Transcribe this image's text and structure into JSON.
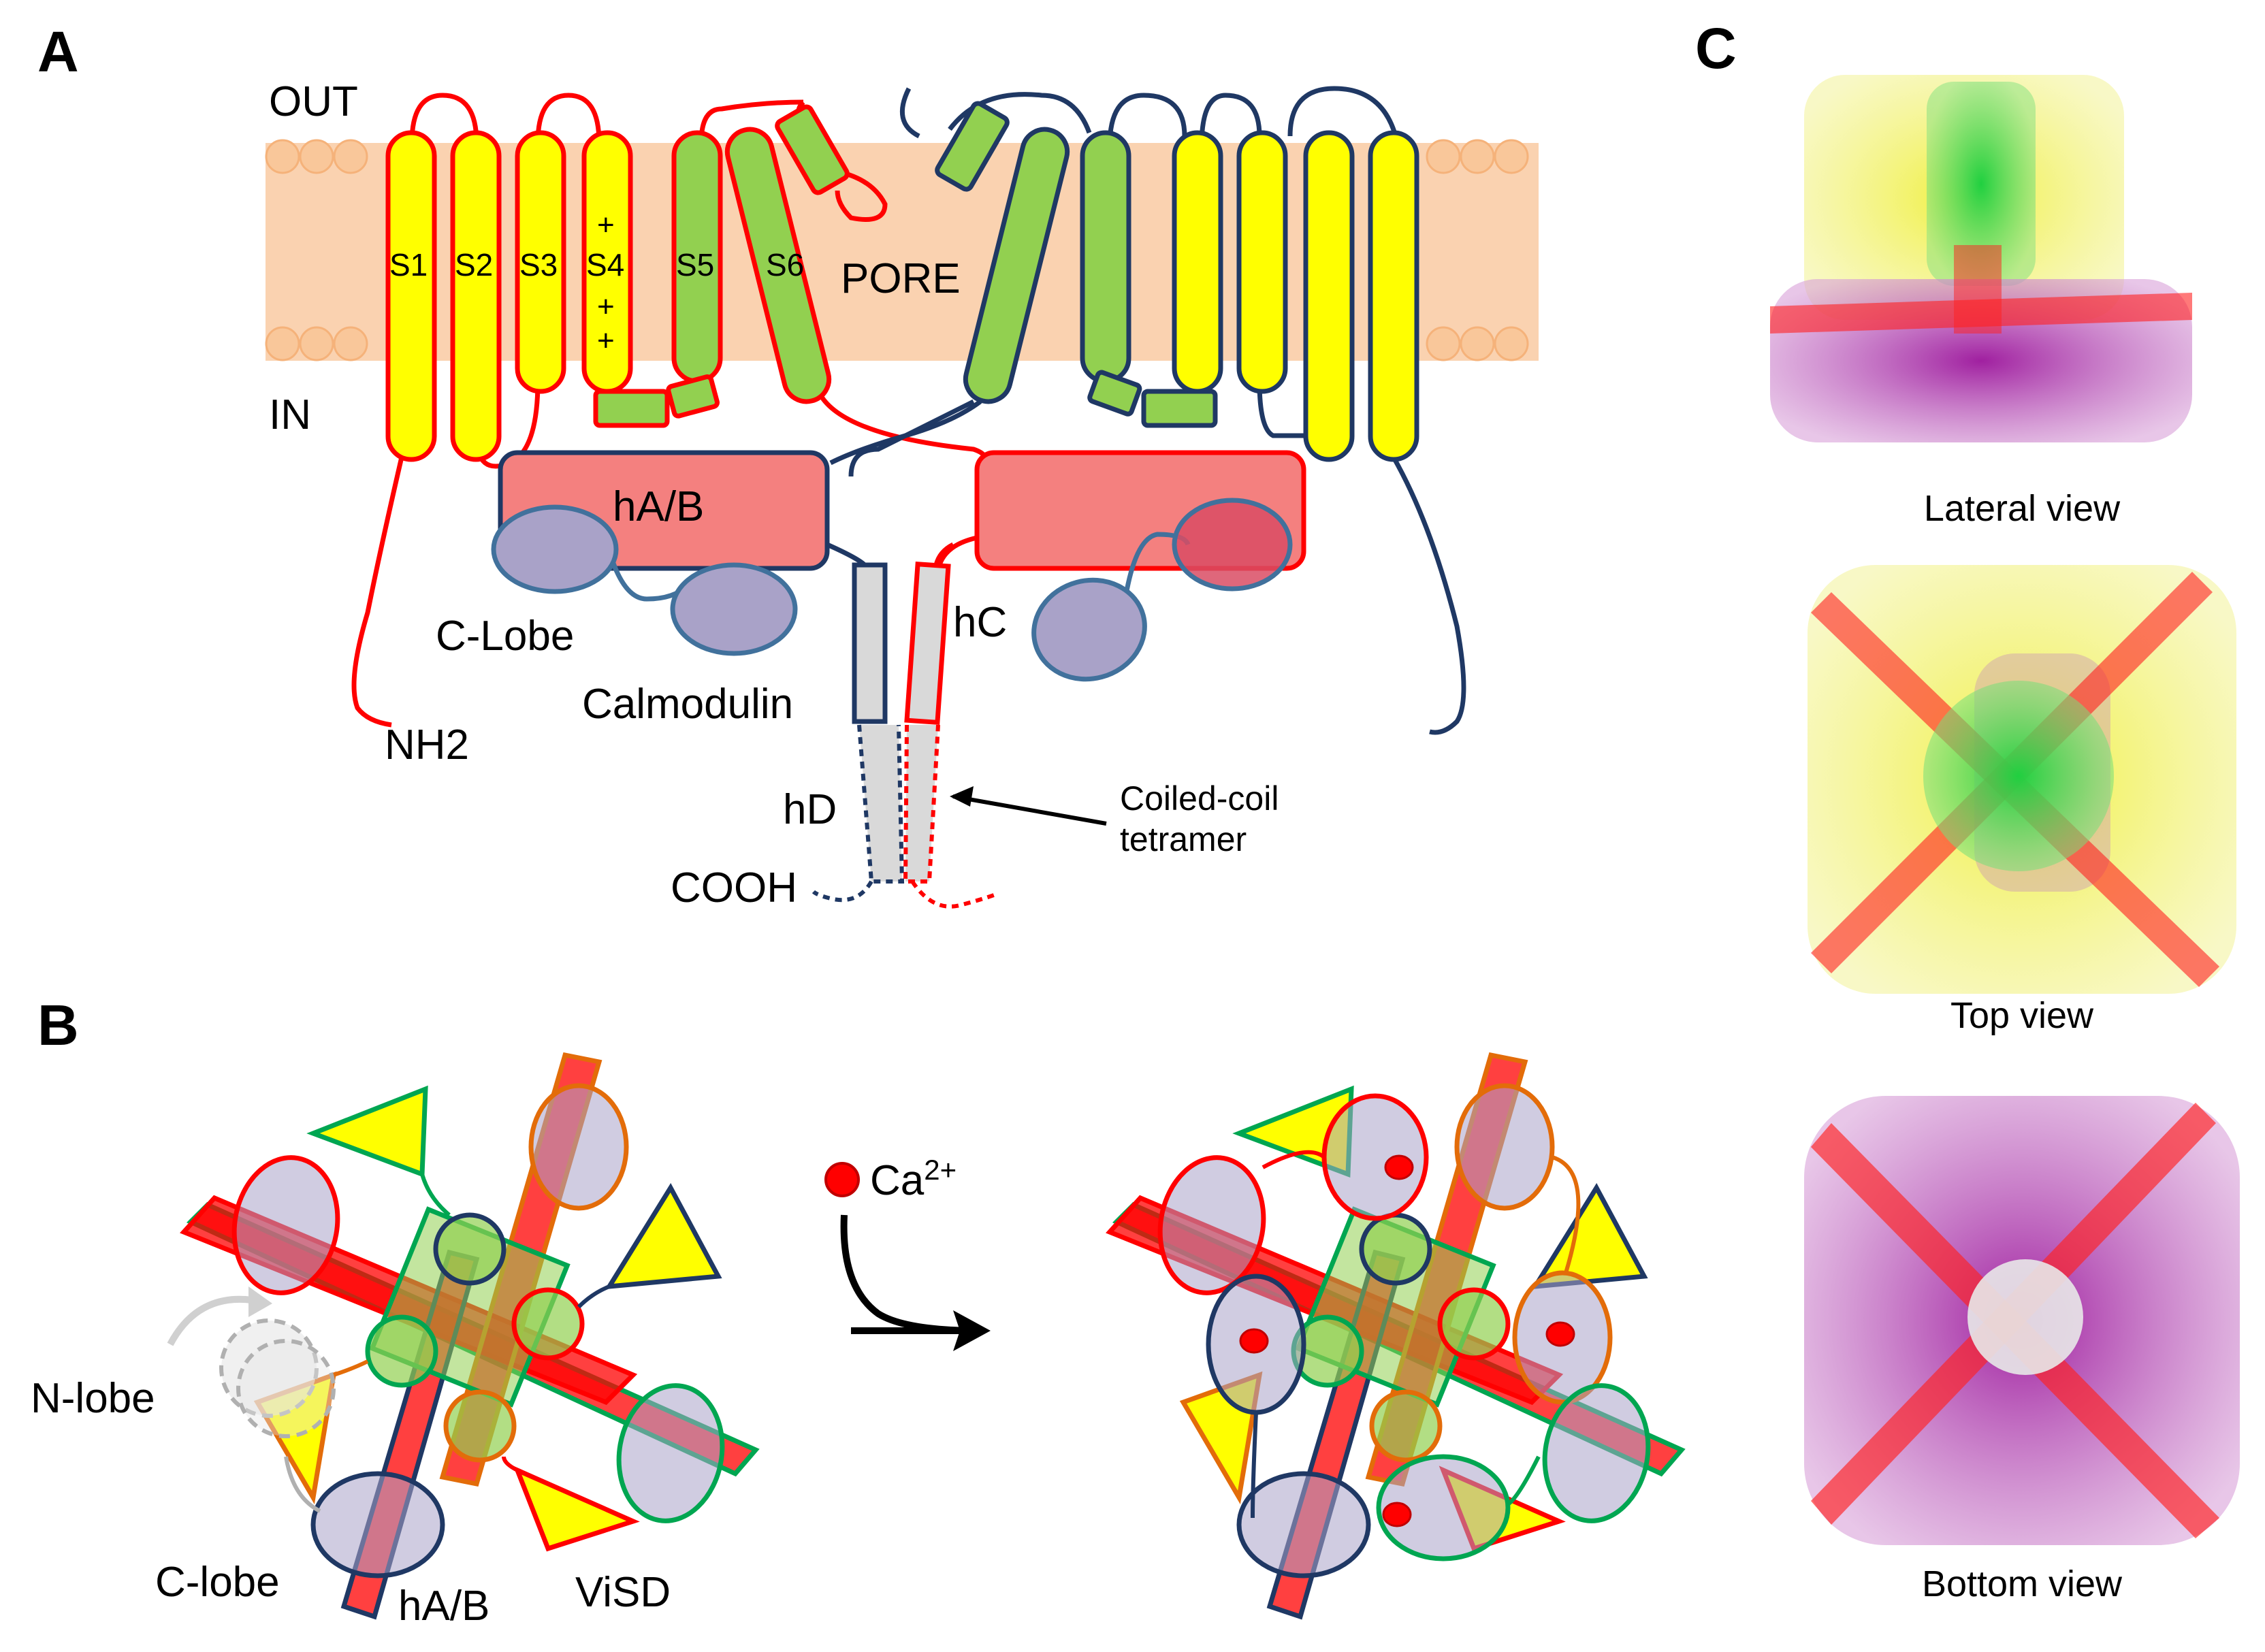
{
  "panels": {
    "a": "A",
    "b": "B",
    "c": "C"
  },
  "panel_a": {
    "out": "OUT",
    "in": "IN",
    "segments": [
      "S1",
      "S2",
      "S3",
      "S4",
      "S5",
      "S6"
    ],
    "pore": "PORE",
    "hab": "hA/B",
    "c_lobe": "C-Lobe",
    "calmodulin": "Calmodulin",
    "nh2": "NH2",
    "hc": "hC",
    "hd": "hD",
    "cooh": "COOH",
    "coiled_coil_1": "Coiled-coil",
    "coiled_coil_2": "tetramer"
  },
  "panel_b": {
    "ca_base": "Ca",
    "ca_sup": "2+",
    "n_lobe": "N-lobe",
    "c_lobe": "C-lobe",
    "hab": "hA/B",
    "visd": "ViSD"
  },
  "panel_c": {
    "lateral": "Lateral view",
    "top": "Top view",
    "bottom": "Bottom view"
  },
  "colors": {
    "membrane": "#fad2b0",
    "vsd_yellow": "#ffff00",
    "pore_green": "#92d050",
    "red": "#ff0000",
    "navy": "#1f3864",
    "hab_fill": "#f4807f",
    "cam_fill": "#a9a2c8",
    "orange": "#e36c09",
    "purple": "#a020a0"
  }
}
